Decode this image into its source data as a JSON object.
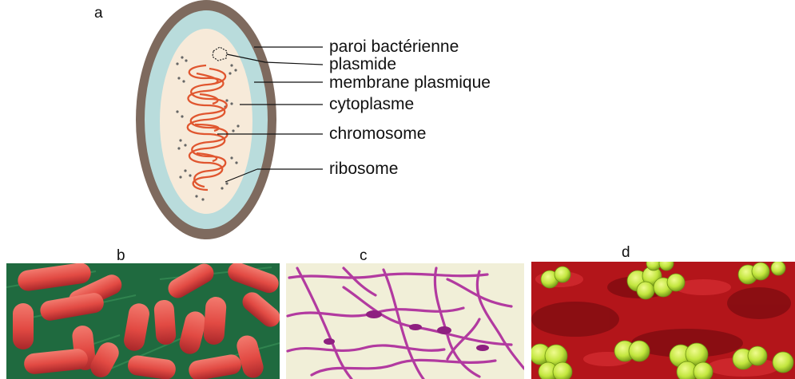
{
  "figure": {
    "panel_a": {
      "letter": "a",
      "labels": {
        "wall": "paroi bactérienne",
        "plasmid": "plasmide",
        "membrane": "membrane plasmique",
        "cytoplasm": "cytoplasme",
        "chromosome": "chromosome",
        "ribosome": "ribosome"
      }
    },
    "panel_b": {
      "letter": "b"
    },
    "panel_c": {
      "letter": "c"
    },
    "panel_d": {
      "letter": "d"
    }
  },
  "colors": {
    "wall": "#7e6a5e",
    "membrane": "#b9dcdc",
    "cytoplasm": "#f7ead9",
    "chromosome": "#e0562f",
    "ribosome": "#666666",
    "rods": "#e24a43",
    "rods_bg": "#1f6a3f",
    "filaments": "#b23aa0",
    "filaments_bg": "#f1efd8",
    "cocci": "#c2e63e",
    "cocci_bg": "#b3151a"
  }
}
